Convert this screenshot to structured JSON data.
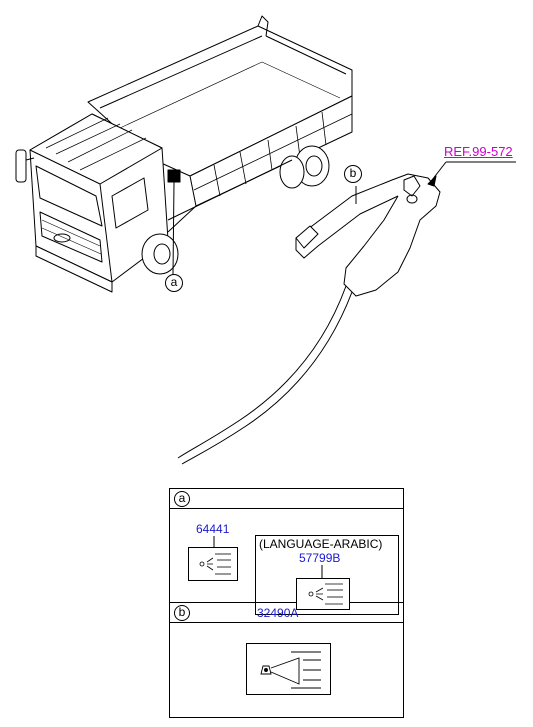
{
  "diagram": {
    "ref_label": "REF.99-572",
    "callout_a": "a",
    "callout_b": "b"
  },
  "table": {
    "section_a": {
      "letter": "a",
      "part_left": "64441",
      "language_note": "(LANGUAGE-ARABIC)",
      "part_right": "57799B"
    },
    "section_b": {
      "letter": "b",
      "part": "32490A"
    }
  },
  "colors": {
    "ref_link": "#cc00cc",
    "part_number": "#1a1acc"
  }
}
